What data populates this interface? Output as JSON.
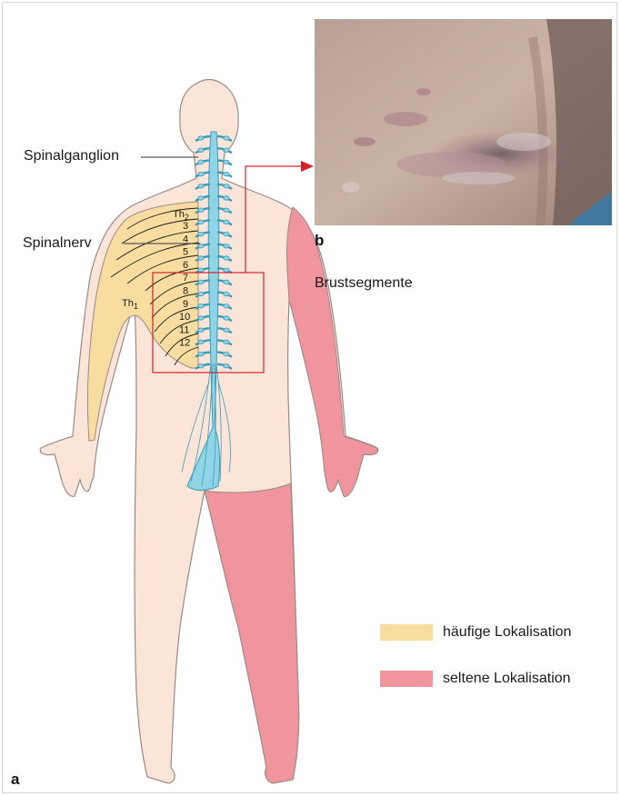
{
  "labels": {
    "spinal_ganglion": "Spinalganglion",
    "spinal_nerve": "Spinalnerv",
    "thoracic_segments": "Brustsegmente",
    "th_upper": "Th",
    "th_upper_sub": "2",
    "th_lower": "Th",
    "th_lower_sub": "1"
  },
  "segment_numbers": [
    "3",
    "4",
    "5",
    "6",
    "7",
    "8",
    "9",
    "10",
    "11",
    "12"
  ],
  "panels": {
    "a": "a",
    "b": "b"
  },
  "legend": [
    {
      "label": "häufige Lokalisation",
      "color": "#f8dca0"
    },
    {
      "label": "seltene Lokalisation",
      "color": "#f0959d"
    }
  ],
  "colors": {
    "skin": "#fbe4d8",
    "outline": "#9a8a86",
    "nerve": "#8fd3e6",
    "nerve_outline": "#3a9cb8",
    "highlight_box": "#d9202a"
  }
}
